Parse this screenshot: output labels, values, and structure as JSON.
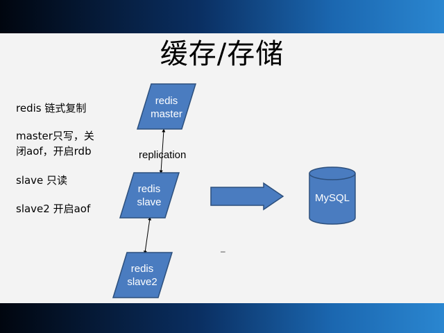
{
  "title": "缓存/存储",
  "notes": [
    "redis 链式复制",
    "master只写，关",
    "闭aof，开启rdb",
    "slave 只读",
    "slave2 开启aof"
  ],
  "nodes": {
    "master": "redis\nmaster",
    "slave": "redis\nslave",
    "slave2": "redis\nslave2",
    "mysql": "MySQL"
  },
  "edge_label": "replication",
  "stray_mark": "–",
  "colors": {
    "shape_fill": "#4a7cc0",
    "shape_stroke": "#2c4f7c",
    "band_dark": "#01060f",
    "band_light": "#2a86d0"
  }
}
